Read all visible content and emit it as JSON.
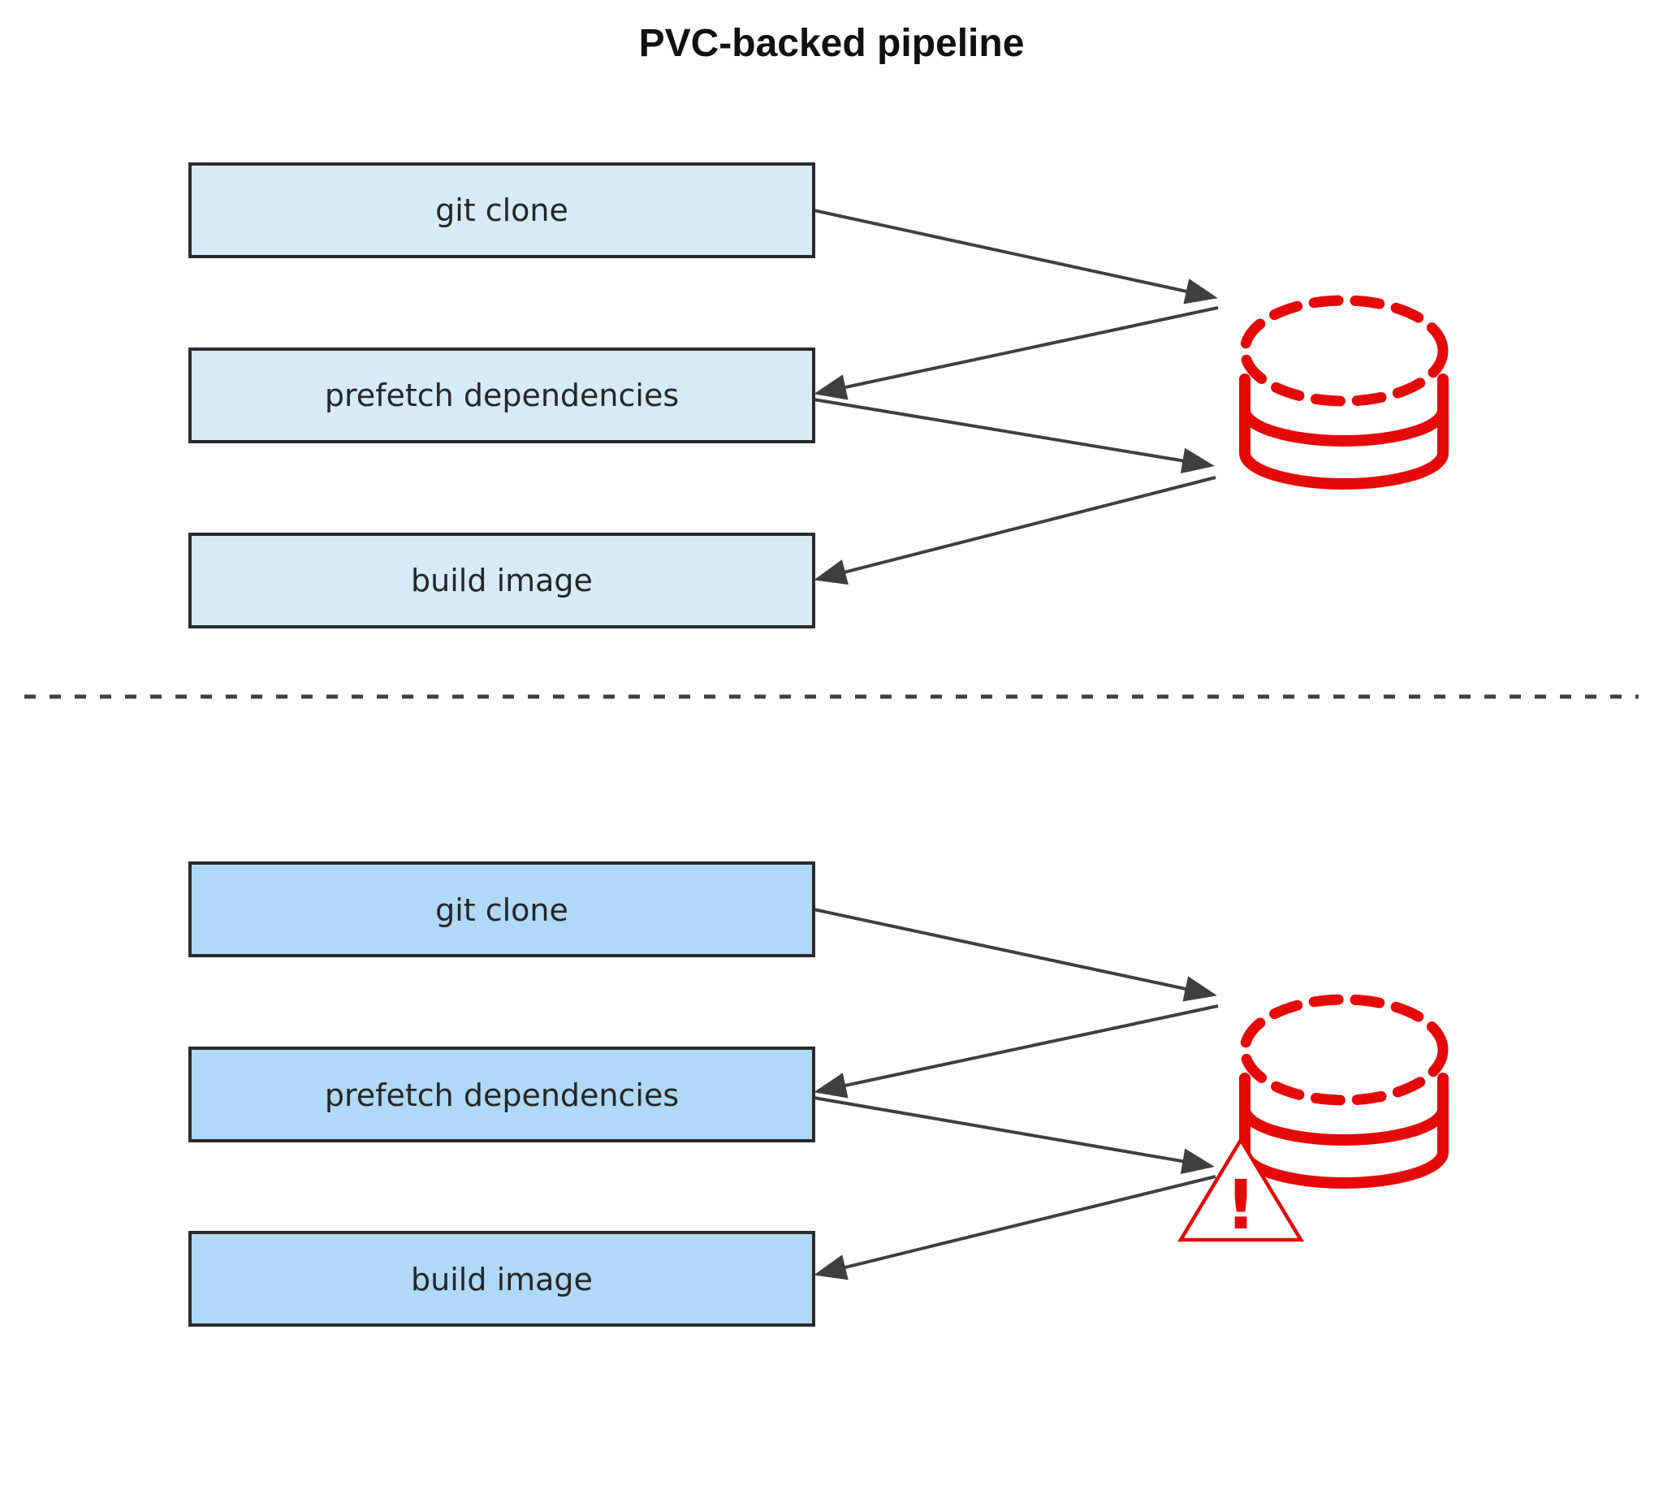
{
  "title": "PVC-backed pipeline",
  "colors": {
    "background": "#ffffff",
    "box_fill_top": "#d6eaf8",
    "box_fill_bottom": "#b0d9f7",
    "box_border": "#2b2b2b",
    "label_text": "#262626",
    "title_text": "#111111",
    "arrow": "#3f3f3f",
    "divider": "#3f3f3f",
    "alert_red": "#e60808"
  },
  "sections": {
    "top": {
      "steps": [
        {
          "label": "git clone"
        },
        {
          "label": "prefetch dependencies"
        },
        {
          "label": "build image"
        }
      ],
      "storage_icon": "database-cylinder-dashed-icon"
    },
    "bottom": {
      "steps": [
        {
          "label": "git clone"
        },
        {
          "label": "prefetch dependencies"
        },
        {
          "label": "build image"
        }
      ],
      "storage_icon": "database-cylinder-dashed-icon",
      "warning_icon": "exclamation-triangle-icon",
      "warning_glyph": "!"
    }
  }
}
